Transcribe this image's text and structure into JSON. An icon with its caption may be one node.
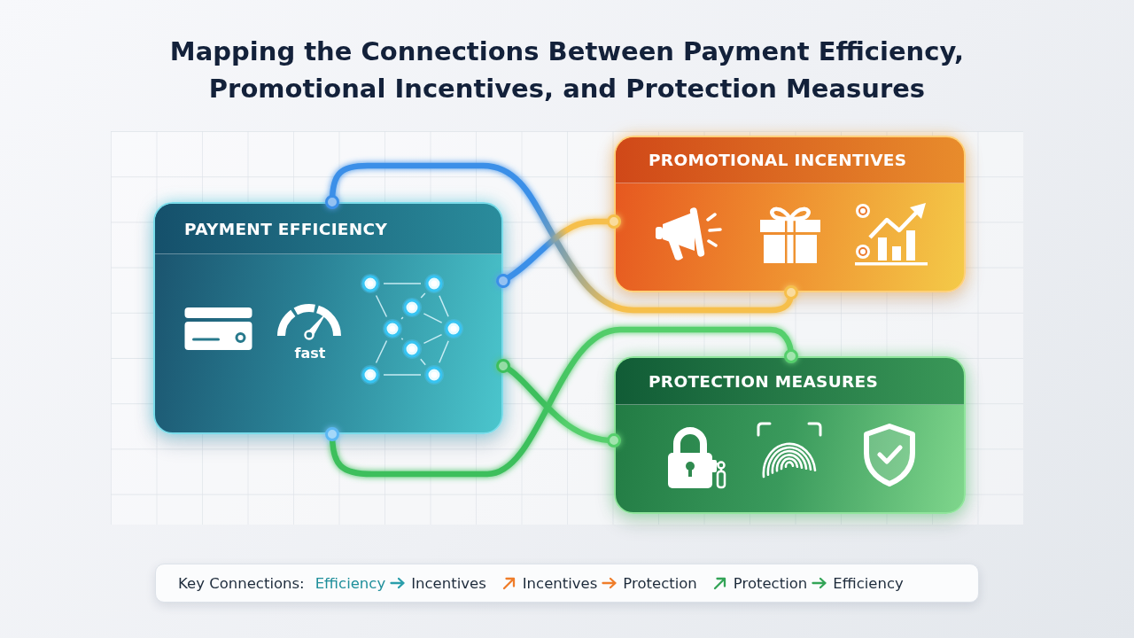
{
  "diagram": {
    "title": "Mapping the Connections Between Payment Efficiency, Promotional Incentives, and Protection Measures",
    "nodes": [
      {
        "text": [
          "PAYMENT EFFICIENCY",
          "fast"
        ]
      },
      {
        "text": [
          "PROMOTIONAL INCENTIVES"
        ]
      },
      {
        "text": [
          "PROTECTION MEASURES"
        ]
      }
    ],
    "edges": [
      {
        "from": 0,
        "to": 1,
        "arrow": "other",
        "color": "#3a8fe8"
      },
      {
        "from": 0,
        "to": 1,
        "arrow": "other",
        "color": "#3a8fe8"
      },
      {
        "from": 0,
        "to": 2,
        "arrow": "other",
        "color": "#3cbf5c"
      },
      {
        "from": 0,
        "to": 2,
        "arrow": "other",
        "color": "#3cbf5c"
      }
    ],
    "labels": [
      "Key Connections:",
      "Efficiency",
      "Incentives",
      "Incentives",
      "Protection",
      "Protection",
      "Efficiency"
    ]
  }
}
